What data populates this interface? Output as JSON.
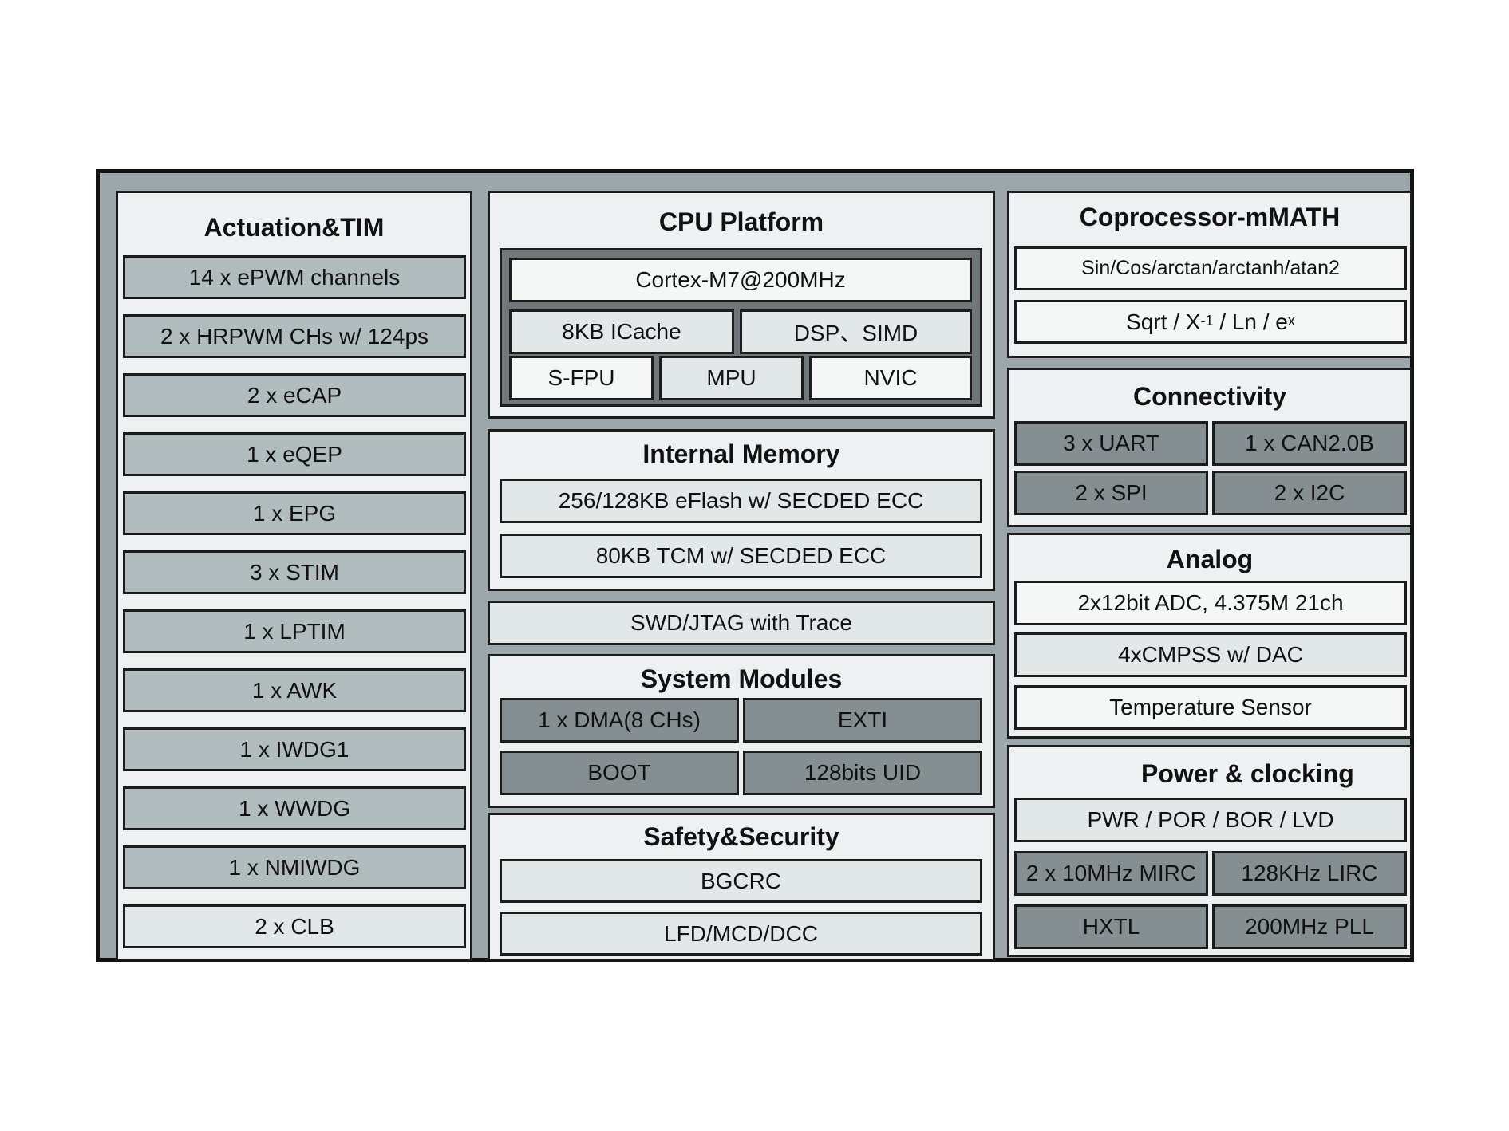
{
  "actuation": {
    "title": "Actuation&TIM",
    "items": [
      "14 x ePWM channels",
      "2 x HRPWM CHs w/ 124ps",
      "2 x eCAP",
      "1 x eQEP",
      "1 x EPG",
      "3 x STIM",
      "1 x LPTIM",
      "1 x AWK",
      "1 x IWDG1",
      "1 x WWDG",
      "1 x NMIWDG",
      "2 x CLB"
    ]
  },
  "cpu": {
    "title": "CPU Platform",
    "core": "Cortex-M7@200MHz",
    "icache": "8KB ICache",
    "dsp": "DSP、SIMD",
    "sfpu": "S-FPU",
    "mpu": "MPU",
    "nvic": "NVIC"
  },
  "memory": {
    "title": "Internal Memory",
    "flash": "256/128KB eFlash w/ SECDED ECC",
    "tcm": "80KB TCM w/ SECDED ECC"
  },
  "debug": {
    "label": "SWD/JTAG with Trace"
  },
  "system": {
    "title": "System Modules",
    "dma": "1 x DMA(8 CHs)",
    "exti": "EXTI",
    "boot": "BOOT",
    "uid": "128bits UID"
  },
  "safety": {
    "title": "Safety&Security",
    "bgcrc": "BGCRC",
    "lfd": "LFD/MCD/DCC"
  },
  "coprocessor": {
    "title": "Coprocessor-mMATH",
    "trig": "Sin/Cos/arctan/arctanh/atan2",
    "math_a": "Sqrt / X",
    "math_sup1": "-1",
    "math_b": " / Ln / e",
    "math_sup2": "x"
  },
  "connectivity": {
    "title": "Connectivity",
    "uart": "3 x UART",
    "can": "1 x CAN2.0B",
    "spi": "2 x SPI",
    "i2c": "2 x I2C"
  },
  "analog": {
    "title": "Analog",
    "adc": "2x12bit ADC, 4.375M 21ch",
    "cmpss": "4xCMPSS w/ DAC",
    "temp": "Temperature Sensor"
  },
  "power": {
    "title": "Power & clocking",
    "pwr": "PWR / POR / BOR / LVD",
    "mirc": "2 x 10MHz MIRC",
    "lirc": "128KHz LIRC",
    "hxtl": "HXTL",
    "pll": "200MHz PLL"
  }
}
